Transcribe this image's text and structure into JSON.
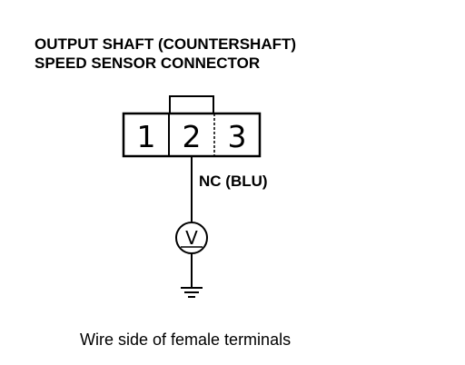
{
  "title": {
    "line1": "OUTPUT SHAFT (COUNTERSHAFT)",
    "line2": "SPEED SENSOR CONNECTOR"
  },
  "connector": {
    "pins": [
      "1",
      "2",
      "3"
    ]
  },
  "wire": {
    "label": "NC (BLU)"
  },
  "meter": {
    "symbol": "V",
    "icon": "voltmeter-icon"
  },
  "ground": {
    "icon": "ground-icon"
  },
  "caption": "Wire side of female terminals"
}
